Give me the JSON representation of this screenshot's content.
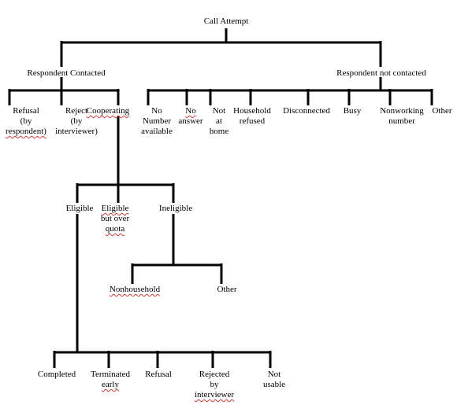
{
  "root": {
    "label": "Call Attempt"
  },
  "contacted": {
    "label": "Respondent Contacted",
    "refusal": [
      "Refusal",
      "(by",
      "respondent)"
    ],
    "reject": [
      "Reject",
      "(by",
      "interviewer)"
    ],
    "cooperating": "Cooperating",
    "eligible": "Eligible",
    "eligible_over_quota": [
      "Eligible",
      "but over",
      "quota"
    ],
    "ineligible": "Ineligible",
    "nonhousehold": "Nonhousehold",
    "other": "Other",
    "completed": "Completed",
    "terminated_early": [
      "Terminated",
      "early"
    ],
    "refusal_final": "Refusal",
    "rejected_by_interviewer": [
      "Rejected",
      "by",
      "interviewer"
    ],
    "not_usable": [
      "Not",
      "usable"
    ]
  },
  "not_contacted": {
    "label": "Respondent not contacted",
    "no_number": [
      "No",
      "Number",
      "available"
    ],
    "no_answer": [
      "No",
      "answer"
    ],
    "not_at_home": [
      "Not",
      "at",
      "home"
    ],
    "household_refused": [
      "Household",
      "refused"
    ],
    "disconnected": "Disconnected",
    "busy": "Busy",
    "nonworking_number": [
      "Nonworking",
      "number"
    ],
    "other": "Other"
  }
}
